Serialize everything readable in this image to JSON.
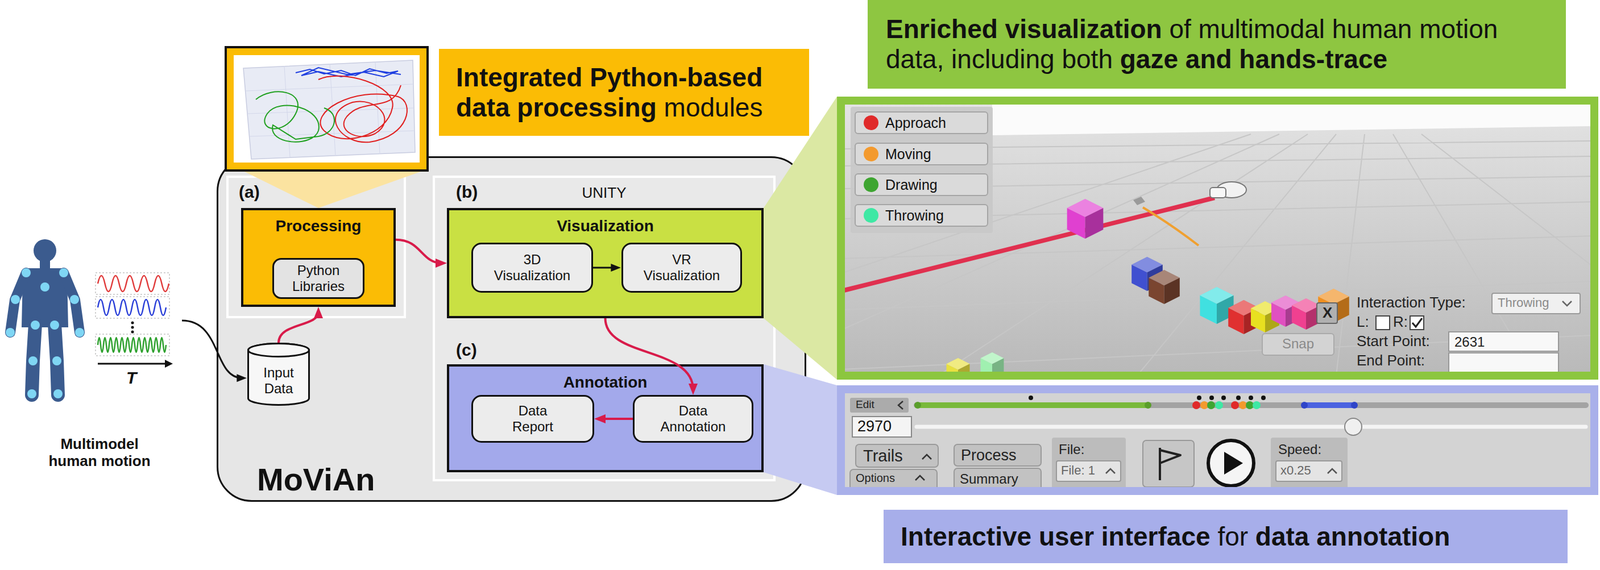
{
  "diagram": {
    "nodes": [
      {
        "text": [
          "Multimodel human motion"
        ]
      },
      {
        "text": [
          "MoViAn"
        ]
      },
      {
        "text": [
          "(a)"
        ],
        "in": 1
      },
      {
        "text": [
          "Processing"
        ],
        "in": 2
      },
      {
        "text": [
          "Python Libraries"
        ],
        "in": 3
      },
      {
        "text": [
          "Input Data"
        ],
        "in": 1
      },
      {
        "text": [
          "(b)",
          "UNITY",
          "(c)"
        ],
        "in": 1
      },
      {
        "text": [
          "Visualization"
        ],
        "in": 6
      },
      {
        "text": [
          "3D Visualization"
        ],
        "in": 7
      },
      {
        "text": [
          "VR Visualization"
        ],
        "in": 7
      },
      {
        "text": [
          "Annotation"
        ],
        "in": 6
      },
      {
        "text": [
          "Data Report"
        ],
        "in": 10
      },
      {
        "text": [
          "Data Annotation"
        ],
        "in": 10
      },
      {
        "text": [
          "Integrated Python-based data processing",
          "modules"
        ]
      },
      {
        "text": [
          "Enriched visualization",
          "of multimodal human motion data, including both",
          "gaze and hands-trace"
        ]
      },
      {
        "text": [
          "Interactive user interface",
          "for",
          "data annotation"
        ]
      }
    ],
    "edges": [
      {
        "from": 0,
        "to": 5,
        "arrow": "to"
      },
      {
        "from": 5,
        "to": 3,
        "arrow": "to"
      },
      {
        "from": 3,
        "to": 7,
        "arrow": "to"
      },
      {
        "from": 8,
        "to": 9,
        "arrow": "to"
      },
      {
        "from": 7,
        "to": 12,
        "arrow": "to"
      },
      {
        "from": 12,
        "to": 11,
        "arrow": "to"
      }
    ],
    "labels": [
      "T",
      "Interaction Type:",
      "Throwing",
      "L:",
      "R:",
      "Start Point:",
      "2631",
      "End Point:",
      "Snap",
      "X",
      "Edit",
      "2970",
      "Trails",
      "Options",
      "Process",
      "Summary",
      "File:",
      "File: 1",
      "Speed:",
      "x0.25"
    ],
    "legend": [
      {
        "text": "Approach",
        "color": "#e02a2a"
      },
      {
        "text": "Moving",
        "color": "#f39a2e"
      },
      {
        "text": "Drawing",
        "color": "#3ea531"
      },
      {
        "text": "Throwing",
        "color": "#3ee8a4"
      }
    ]
  }
}
